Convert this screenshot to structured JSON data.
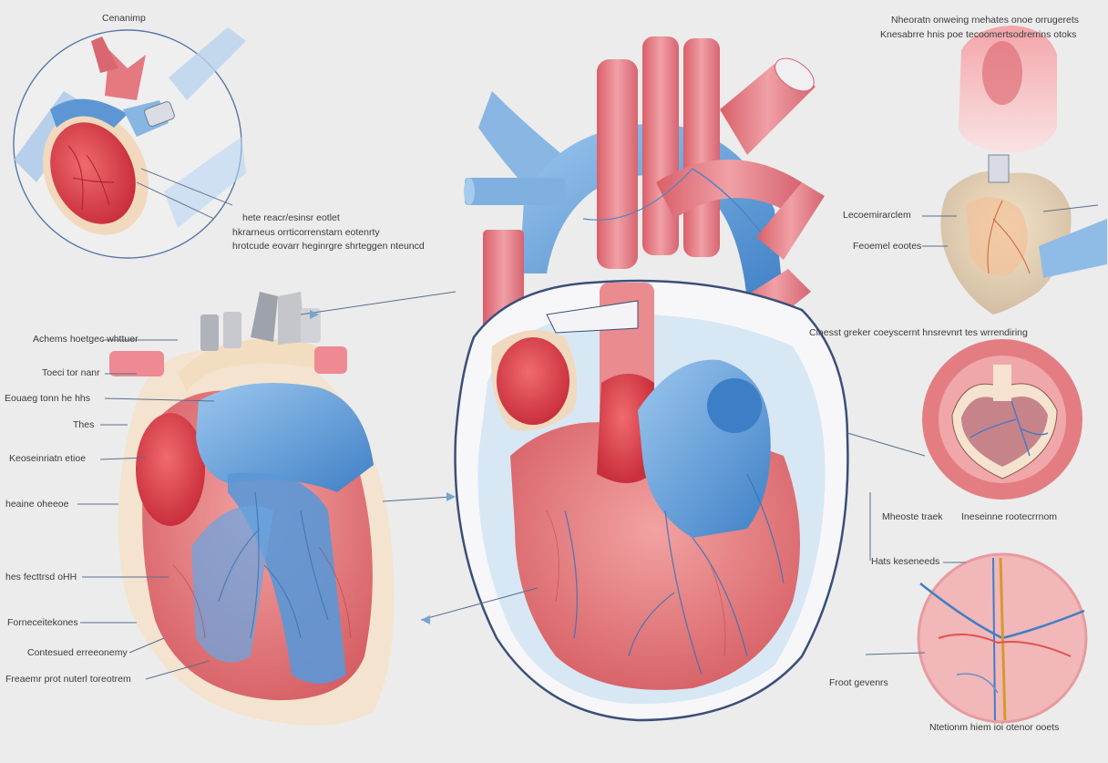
{
  "colors": {
    "background": "#ececec",
    "artery_red": "#e06f78",
    "muscle_red": "#d9545c",
    "vein_blue": "#6fa6dc",
    "deep_blue": "#3d7fc4",
    "fat_beige": "#f1d9bf",
    "label_text": "#3a3a3a",
    "leader_line": "#5a6f8c"
  },
  "labels": {
    "inset_top_left_title": "Cenanimp",
    "inset_top_left_caption_1": "hete reacr/esinsr eotlet",
    "inset_top_left_caption_2": "hkrarneus orrticorrenstarn eotenrty",
    "inset_top_left_caption_3": "hrotcude eovarr heginrgre shrteggen nteuncd",
    "top_right_heading_1": "Nheoratn onweing rnehates onoe orrugerets",
    "top_right_heading_2": "Knesabrre hnis poe tecoomertsodrerrins otoks",
    "right_label_1": "Lecoemirarclem",
    "right_label_2": "Feoemel eootes",
    "right_mid_heading": "Clnesst greker coeyscernt hnsrevnrt tes wrrendiring",
    "right_label_3": "Mheoste traek",
    "right_label_4": "Ineseinne rootecrrnom",
    "right_label_5": "Hats keseneeds",
    "right_label_6": "Froot gevenrs",
    "right_bottom_caption": "Ntetionm hiem ioi otenor ooets",
    "left_label_1": "Achems hoetgec whttuer",
    "left_label_2": "Toeci tor nanr",
    "left_label_3": "Eouaeg tonn he hhs",
    "left_label_4": "Thes",
    "left_label_5": "Keoseinriatn etioe",
    "left_label_6": "heaine oheeoe",
    "left_label_7": "hes fecttrsd oHH",
    "left_label_8": "Forneceitekones",
    "left_label_9": "Contesued erreeonemy",
    "left_label_10": "Freaemr prot nuterl toreotrem"
  }
}
